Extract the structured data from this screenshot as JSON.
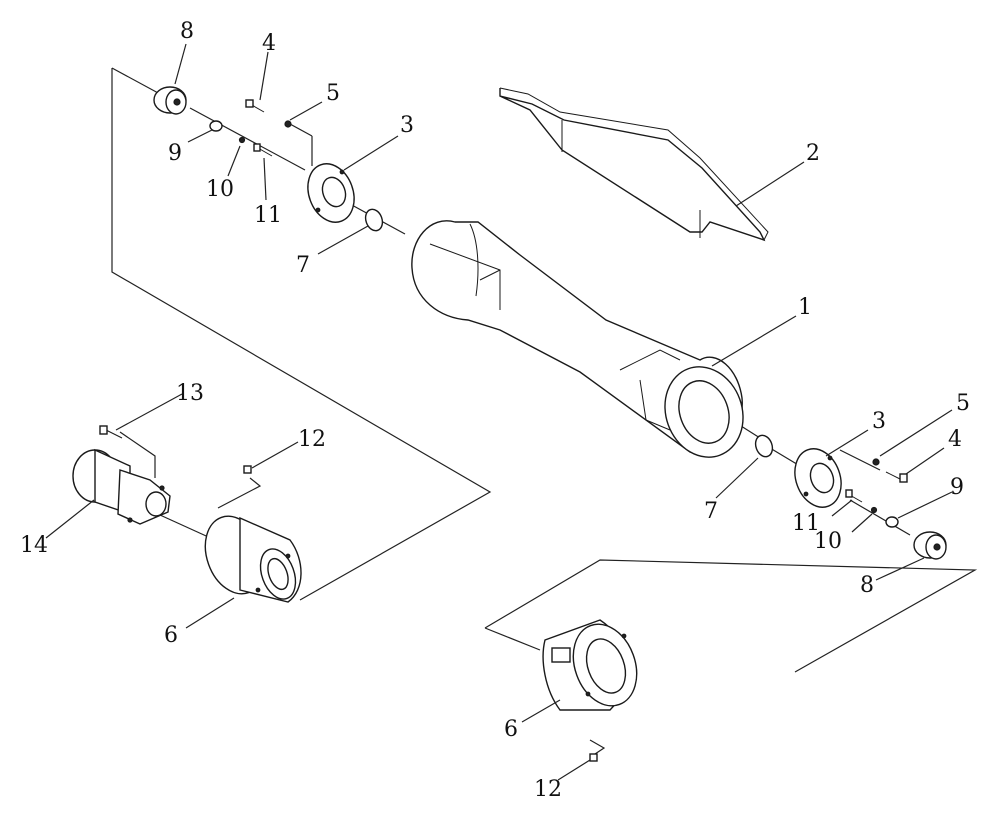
{
  "callouts": {
    "c1": "1",
    "c2": "2",
    "c3a": "3",
    "c3b": "3",
    "c4a": "4",
    "c4b": "4",
    "c5a": "5",
    "c5b": "5",
    "c6a": "6",
    "c6b": "6",
    "c7a": "7",
    "c7b": "7",
    "c8a": "8",
    "c8b": "8",
    "c9a": "9",
    "c9b": "9",
    "c10a": "10",
    "c10b": "10",
    "c11a": "11",
    "c11b": "11",
    "c12a": "12",
    "c12b": "12",
    "c13": "13",
    "c14": "14"
  }
}
